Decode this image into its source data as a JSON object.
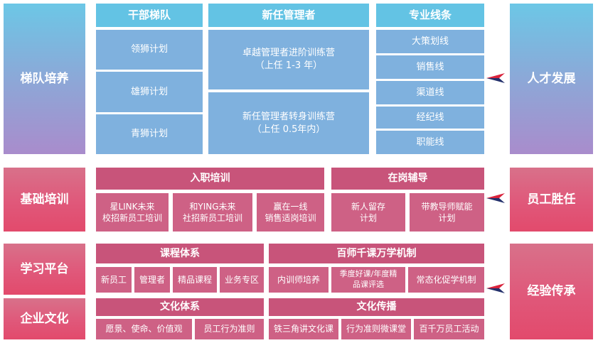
{
  "left": {
    "echelon": "梯队培养",
    "basic": "基础培训",
    "platform": "学习平台",
    "culture": "企业文化"
  },
  "right": {
    "talent": "人才发展",
    "competent": "员工胜任",
    "experience": "经验传承"
  },
  "echelon": {
    "cadre": {
      "title": "干部梯队",
      "items": [
        "领狮计划",
        "雄狮计划",
        "青狮计划"
      ]
    },
    "newmgr": {
      "title": "新任管理者",
      "items": [
        "卓越管理者进阶训练营\n（上任 1-3 年）",
        "新任管理者转身训练营\n（上任 0.5年内）"
      ]
    },
    "line": {
      "title": "专业线条",
      "items": [
        "大策划线",
        "销售线",
        "渠道线",
        "经纪线",
        "职能线"
      ]
    }
  },
  "basic": {
    "onboard": {
      "title": "入职培训",
      "items": [
        "星LINK未来\n校招新员工培训",
        "和YING未来\n社招新员工培训",
        "赢在一线\n销售适岗培训"
      ]
    },
    "coach": {
      "title": "在岗辅导",
      "items": [
        "新人留存\n计划",
        "带教导师赋能\n计划"
      ]
    }
  },
  "platform": {
    "course": {
      "title": "课程体系",
      "items": [
        "新员工",
        "管理者",
        "精品课程",
        "业务专区"
      ]
    },
    "mechanism": {
      "title": "百师千课万学机制",
      "items": [
        "内训师培养",
        "季度好课/年度精\n品课评选",
        "常态化促学机制"
      ]
    }
  },
  "culture": {
    "system": {
      "title": "文化体系",
      "items": [
        "愿景、使命、价值观",
        "员工行为准则"
      ]
    },
    "spread": {
      "title": "文化传播",
      "items": [
        "铁三角讲文化课",
        "行为准则微课堂",
        "百千万员工活动"
      ]
    }
  },
  "colors": {
    "blue_header": "#63c3e4",
    "blue_cell": "#7fb1de",
    "pink_header": "#c8547a",
    "pink_cell": "#ce6185",
    "arrow_red": "#d9243d",
    "arrow_navy": "#23306b"
  }
}
